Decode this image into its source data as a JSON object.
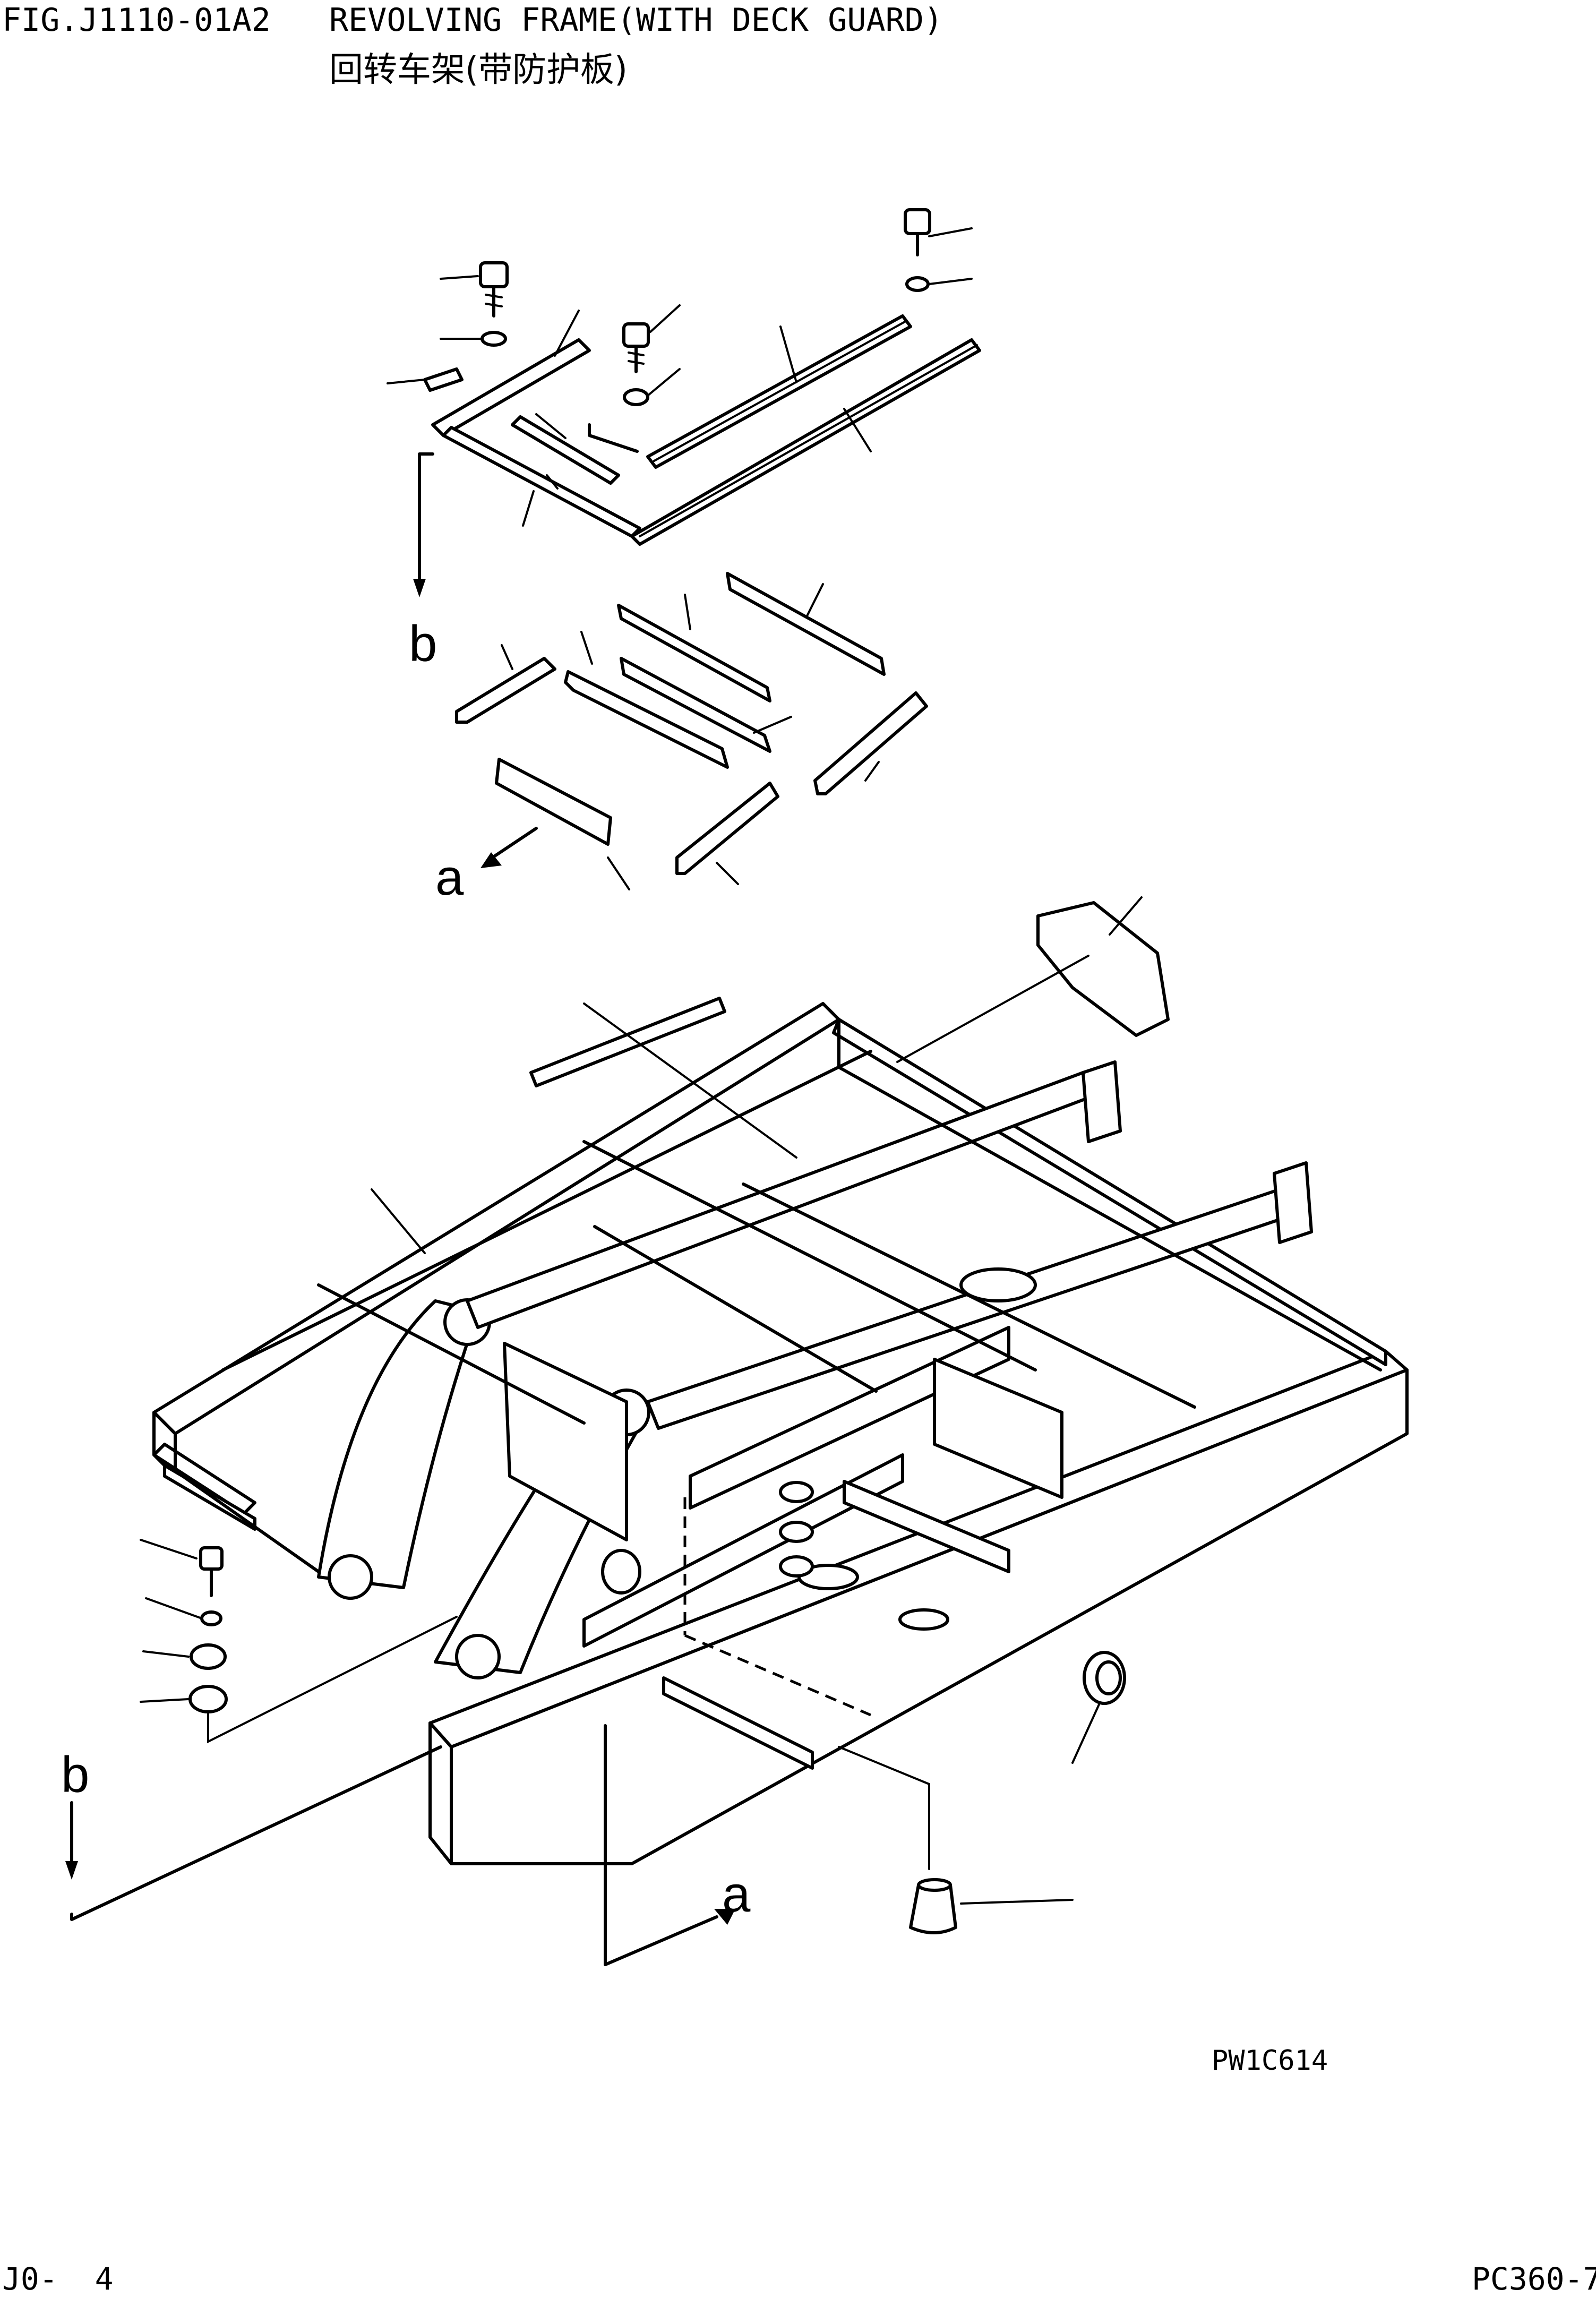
{
  "header": {
    "figure_id": "FIG.J1110-01A2",
    "title_en": "REVOLVING FRAME(WITH DECK GUARD)",
    "title_zh": "回转车架(带防护板)"
  },
  "diagram": {
    "reference_labels": [
      "a",
      "b"
    ],
    "drawing_code": "PW1C614"
  },
  "footer": {
    "page": "J0-  4",
    "model": "PC360-7"
  }
}
